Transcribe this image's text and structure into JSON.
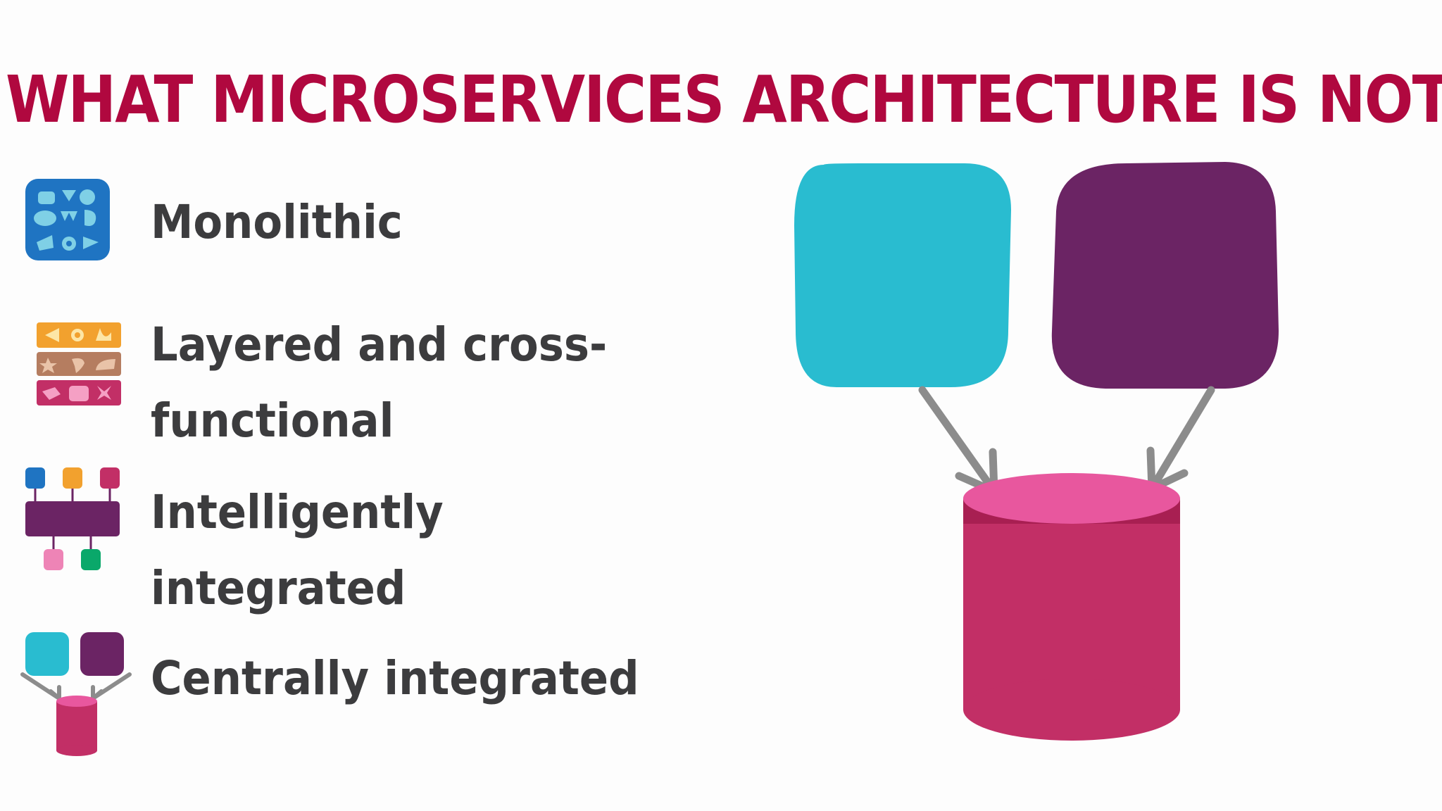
{
  "title": "WHAT MICROSERVICES ARCHITECTURE IS NOT",
  "items": [
    {
      "label": "Monolithic",
      "icon": "monolith-icon"
    },
    {
      "label_lines": [
        "Layered and cross-",
        "functional"
      ],
      "icon": "layered-icon"
    },
    {
      "label_lines": [
        "Intelligently",
        "integrated"
      ],
      "icon": "intelligent-integration-icon"
    },
    {
      "label": "Centrally integrated",
      "icon": "central-integration-icon"
    }
  ],
  "colors": {
    "title": "#b0083f",
    "text": "#3c3c3e",
    "cyan": "#29bcd0",
    "purple": "#6b2464",
    "database": "#c22f66",
    "database_top": "#e8579e",
    "arrow": "#8c8c8c",
    "blue": "#1f74c2",
    "orange": "#f2a12e",
    "brown": "#b57d60",
    "pink": "#ee84b6",
    "green": "#0aa86a"
  }
}
